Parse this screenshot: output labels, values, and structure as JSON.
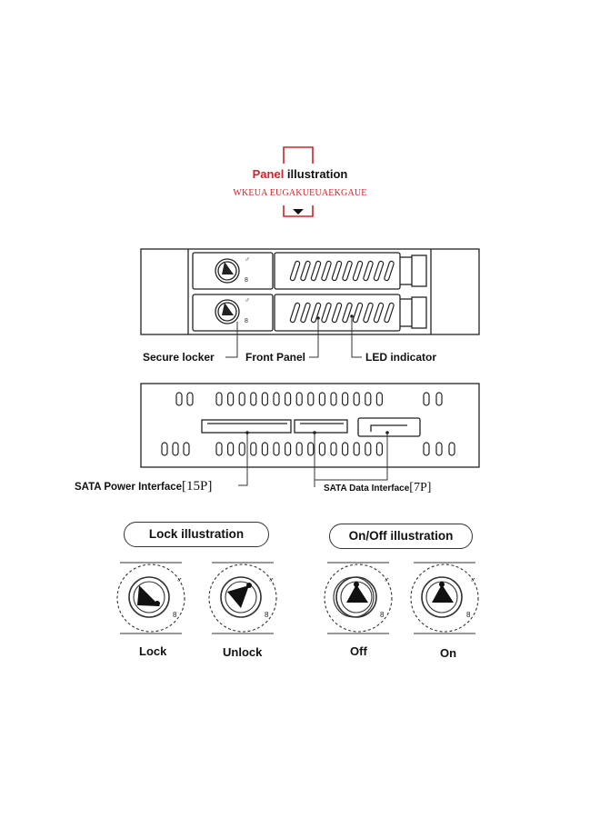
{
  "title": {
    "highlight": "Panel",
    "rest": " illustration",
    "subtitle": "WKEUA EUGAKUEUAEKGAUE"
  },
  "front_labels": {
    "secure_locker": "Secure locker",
    "front_panel": "Front Panel",
    "led_indicator": "LED indicator"
  },
  "rear_labels": {
    "sata_power": "SATA Power Interface",
    "sata_power_pins": "15P",
    "sata_data": "SATA Data Interface",
    "sata_data_pins": "7P"
  },
  "lock_section": {
    "title": "Lock illustration",
    "states": [
      "Lock",
      "Unlock"
    ]
  },
  "onoff_section": {
    "title": "On/Off illustration",
    "states": [
      "Off",
      "On"
    ]
  },
  "colors": {
    "accent": "#c8262b",
    "line": "#222222"
  }
}
